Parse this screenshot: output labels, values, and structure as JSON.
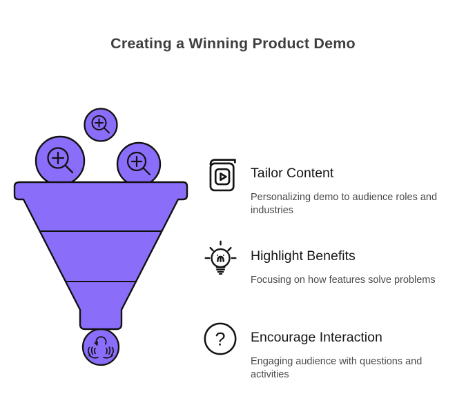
{
  "title": "Creating a Winning Product Demo",
  "colors": {
    "background": "#ffffff",
    "accent_purple": "#8a6df8",
    "outline_black": "#111111",
    "title_text": "#3f3f3f",
    "heading_text": "#161616",
    "description_text": "#4a4a4a"
  },
  "funnel": {
    "name": "product-demo-funnel",
    "segments": 3,
    "top_icons": [
      "zoom-in-icon",
      "zoom-in-icon",
      "zoom-in-icon"
    ],
    "bottom_icon": "care-hands-icon"
  },
  "items": [
    {
      "icon": "video-book-icon",
      "title": "Tailor Content",
      "description": "Personalizing demo to audience roles and industries"
    },
    {
      "icon": "lightbulb-icon",
      "title": "Highlight Benefits",
      "description": "Focusing on how features solve problems"
    },
    {
      "icon": "question-mark-icon",
      "title": "Encourage Interaction",
      "description": "Engaging audience with questions and activities",
      "glyph": "?"
    }
  ]
}
